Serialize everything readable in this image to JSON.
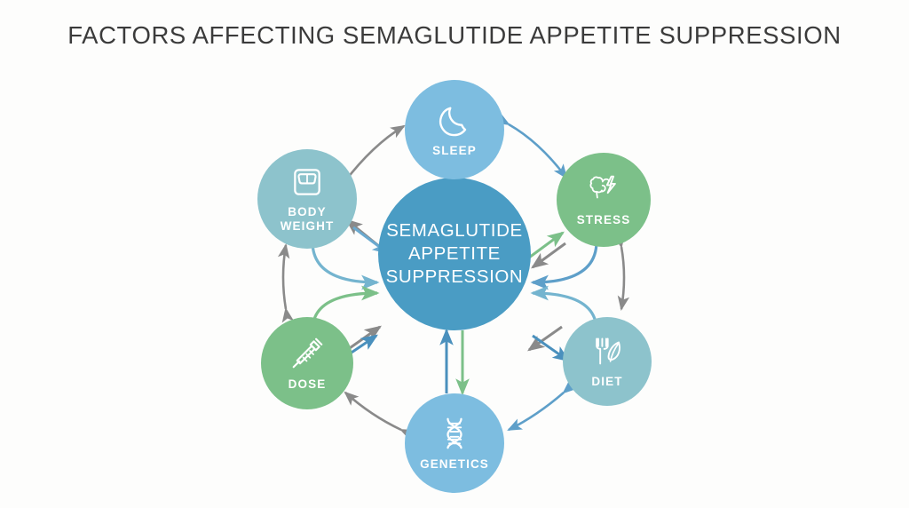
{
  "title": "FACTORS AFFECTING SEMAGLUTIDE APPETITE SUPPRESSION",
  "background_color": "#fdfdfc",
  "title_color": "#3b3b3b",
  "center": {
    "label": "SEMAGLUTIDE APPETITE SUPPRESSION",
    "line1": "SEMAGLUTIDE",
    "line2": "APPETITE",
    "line3": "SUPPRESSION",
    "color": "#4a9cc4",
    "text_color": "#ffffff"
  },
  "nodes": [
    {
      "id": "sleep",
      "label": "SLEEP",
      "icon": "moon-icon",
      "color": "#7dbde0",
      "text_color": "#ffffff",
      "position": "top"
    },
    {
      "id": "stress",
      "label": "STRESS",
      "icon": "brain-lightning-icon",
      "color": "#7cc089",
      "text_color": "#ffffff",
      "position": "top-right"
    },
    {
      "id": "diet",
      "label": "DIET",
      "icon": "fork-leaf-icon",
      "color": "#8dc3cc",
      "text_color": "#ffffff",
      "position": "bottom-right"
    },
    {
      "id": "genetics",
      "label": "GENETICS",
      "icon": "dna-icon",
      "color": "#7dbde0",
      "text_color": "#ffffff",
      "position": "bottom"
    },
    {
      "id": "dose",
      "label": "DOSE",
      "icon": "syringe-icon",
      "color": "#7cc089",
      "text_color": "#ffffff",
      "position": "bottom-left"
    },
    {
      "id": "body_weight",
      "label": "BODY WEIGHT",
      "label_line1": "BODY",
      "label_line2": "WEIGHT",
      "icon": "scale-icon",
      "color": "#8dc3cc",
      "text_color": "#ffffff",
      "position": "top-left"
    }
  ],
  "connections": {
    "ring": [
      {
        "from": "body_weight",
        "to": "sleep",
        "style": "double-arrow",
        "color": "#8a8a8a"
      },
      {
        "from": "sleep",
        "to": "stress",
        "style": "double-arrow",
        "color": "#5e9fc9"
      },
      {
        "from": "stress",
        "to": "diet",
        "style": "double-arrow",
        "color": "#8a8a8a"
      },
      {
        "from": "diet",
        "to": "genetics",
        "style": "double-arrow",
        "color": "#5e9fc9"
      },
      {
        "from": "genetics",
        "to": "dose",
        "style": "double-arrow",
        "color": "#8a8a8a"
      },
      {
        "from": "dose",
        "to": "body_weight",
        "style": "double-arrow",
        "color": "#8a8a8a"
      }
    ],
    "spokes": [
      {
        "node": "sleep",
        "inbound_color": "#6aa9cf",
        "outbound_color": "#8a8a8a"
      },
      {
        "node": "stress",
        "inbound_color": "#5e9fc9",
        "outbound_color": "#8a8a8a",
        "return_color": "#7cc089"
      },
      {
        "node": "diet",
        "inbound_color": "#5e9fc9",
        "outbound_color": "#8a8a8a"
      },
      {
        "node": "genetics",
        "inbound_color": "#4a90bd",
        "outbound_color": "#7cc089"
      },
      {
        "node": "dose",
        "inbound_color": "#7cc089",
        "outbound_color": "#8a8a8a"
      },
      {
        "node": "body_weight",
        "inbound_color": "#6aa9cf",
        "outbound_color": "#8a8a8a"
      }
    ]
  }
}
